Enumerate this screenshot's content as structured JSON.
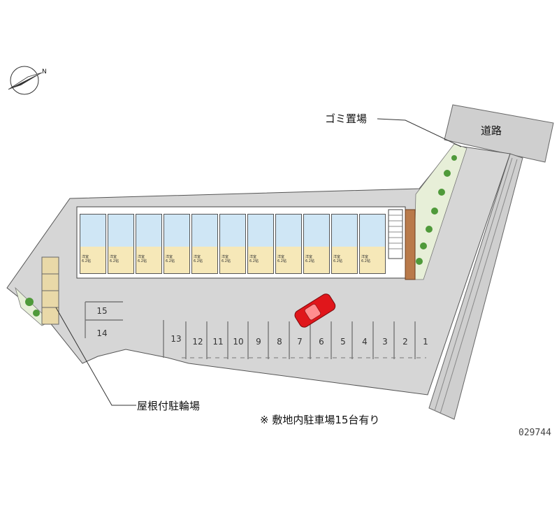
{
  "labels": {
    "garbage": "ゴミ置場",
    "road": "道路",
    "bicycle": "屋根付駐輪場",
    "parking_note": "※ 敷地内駐車場15台有り",
    "code": "029744",
    "compass_n": "N"
  },
  "parking_slots": [
    "1",
    "2",
    "3",
    "4",
    "5",
    "6",
    "7",
    "8",
    "9",
    "10",
    "11",
    "12",
    "13"
  ],
  "parking_slots_left": [
    "15",
    "14"
  ],
  "unit_count": 11,
  "unit_text": "洋室\n6.2帖",
  "colors": {
    "lot": "#d6d6d6",
    "road": "#cfcfcf",
    "green": "#4f9a3a",
    "car": "#e0161b",
    "wet": "#cfe6f5",
    "room": "#f6e8b8"
  }
}
